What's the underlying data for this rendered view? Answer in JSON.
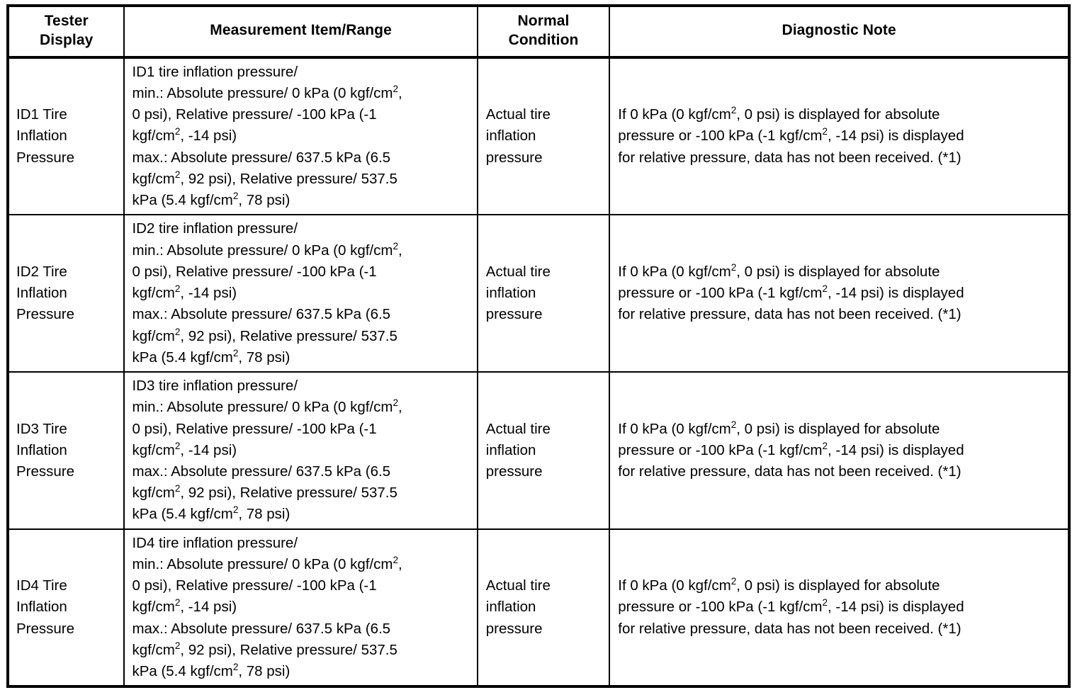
{
  "table": {
    "headers": [
      {
        "label": "Tester\nDisplay",
        "line1": "Tester",
        "line2": "Display"
      },
      {
        "label": "Measurement Item/Range",
        "line1": "Measurement Item/Range",
        "line2": ""
      },
      {
        "label": "Normal\nCondition",
        "line1": "Normal",
        "line2": "Condition"
      },
      {
        "label": "Diagnostic Note",
        "line1": "Diagnostic Note",
        "line2": ""
      }
    ],
    "rows": [
      {
        "tester_display": {
          "line1": "ID1 Tire",
          "line2": "Inflation",
          "line3": "Pressure"
        },
        "measurement": {
          "line1": "ID1 tire inflation pressure/",
          "line2_a": "min.: Absolute pressure/ 0 kPa (0 kgf/cm",
          "line2_sup": "2",
          "line2_b": ",",
          "line3": "0 psi), Relative pressure/ -100 kPa (-1",
          "line4_a": "kgf/cm",
          "line4_sup": "2",
          "line4_b": ", -14 psi)",
          "line5": "max.: Absolute pressure/ 637.5 kPa (6.5",
          "line6_a": "kgf/cm",
          "line6_sup": "2",
          "line6_b": ", 92 psi), Relative pressure/ 537.5",
          "line7_a": "kPa (5.4 kgf/cm",
          "line7_sup": "2",
          "line7_b": ", 78 psi)"
        },
        "normal_condition": {
          "line1": "Actual tire",
          "line2": "inflation",
          "line3": "pressure"
        },
        "diagnostic_note": {
          "line1_a": "If 0 kPa (0 kgf/cm",
          "line1_sup": "2",
          "line1_b": ", 0 psi) is displayed for absolute",
          "line2_a": "pressure or -100 kPa (-1 kgf/cm",
          "line2_sup": "2",
          "line2_b": ", -14 psi) is displayed",
          "line3": "for relative pressure, data has not been received. (*1)"
        }
      },
      {
        "tester_display": {
          "line1": "ID2 Tire",
          "line2": "Inflation",
          "line3": "Pressure"
        },
        "measurement": {
          "line1": "ID2 tire inflation pressure/",
          "line2_a": "min.: Absolute pressure/ 0 kPa (0 kgf/cm",
          "line2_sup": "2",
          "line2_b": ",",
          "line3": "0 psi), Relative pressure/ -100 kPa (-1",
          "line4_a": "kgf/cm",
          "line4_sup": "2",
          "line4_b": ", -14 psi)",
          "line5": "max.: Absolute pressure/ 637.5 kPa (6.5",
          "line6_a": "kgf/cm",
          "line6_sup": "2",
          "line6_b": ", 92 psi), Relative pressure/ 537.5",
          "line7_a": "kPa (5.4 kgf/cm",
          "line7_sup": "2",
          "line7_b": ", 78 psi)"
        },
        "normal_condition": {
          "line1": "Actual tire",
          "line2": "inflation",
          "line3": "pressure"
        },
        "diagnostic_note": {
          "line1_a": "If 0 kPa (0 kgf/cm",
          "line1_sup": "2",
          "line1_b": ", 0 psi) is displayed for absolute",
          "line2_a": "pressure or -100 kPa (-1 kgf/cm",
          "line2_sup": "2",
          "line2_b": ", -14 psi) is displayed",
          "line3": "for relative pressure, data has not been received. (*1)"
        }
      },
      {
        "tester_display": {
          "line1": "ID3 Tire",
          "line2": "Inflation",
          "line3": "Pressure"
        },
        "measurement": {
          "line1": "ID3 tire inflation pressure/",
          "line2_a": "min.: Absolute pressure/ 0 kPa (0 kgf/cm",
          "line2_sup": "2",
          "line2_b": ",",
          "line3": "0 psi), Relative pressure/ -100 kPa (-1",
          "line4_a": "kgf/cm",
          "line4_sup": "2",
          "line4_b": ", -14 psi)",
          "line5": "max.: Absolute pressure/ 637.5 kPa (6.5",
          "line6_a": "kgf/cm",
          "line6_sup": "2",
          "line6_b": ", 92 psi), Relative pressure/ 537.5",
          "line7_a": "kPa (5.4 kgf/cm",
          "line7_sup": "2",
          "line7_b": ", 78 psi)"
        },
        "normal_condition": {
          "line1": "Actual tire",
          "line2": "inflation",
          "line3": "pressure"
        },
        "diagnostic_note": {
          "line1_a": "If 0 kPa (0 kgf/cm",
          "line1_sup": "2",
          "line1_b": ", 0 psi) is displayed for absolute",
          "line2_a": "pressure or -100 kPa (-1 kgf/cm",
          "line2_sup": "2",
          "line2_b": ", -14 psi) is displayed",
          "line3": "for relative pressure, data has not been received. (*1)"
        }
      },
      {
        "tester_display": {
          "line1": "ID4 Tire",
          "line2": "Inflation",
          "line3": "Pressure"
        },
        "measurement": {
          "line1": "ID4 tire inflation pressure/",
          "line2_a": "min.: Absolute pressure/ 0 kPa (0 kgf/cm",
          "line2_sup": "2",
          "line2_b": ",",
          "line3": "0 psi), Relative pressure/ -100 kPa (-1",
          "line4_a": "kgf/cm",
          "line4_sup": "2",
          "line4_b": ", -14 psi)",
          "line5": "max.: Absolute pressure/ 637.5 kPa (6.5",
          "line6_a": "kgf/cm",
          "line6_sup": "2",
          "line6_b": ", 92 psi), Relative pressure/ 537.5",
          "line7_a": "kPa (5.4 kgf/cm",
          "line7_sup": "2",
          "line7_b": ", 78 psi)"
        },
        "normal_condition": {
          "line1": "Actual tire",
          "line2": "inflation",
          "line3": "pressure"
        },
        "diagnostic_note": {
          "line1_a": "If 0 kPa (0 kgf/cm",
          "line1_sup": "2",
          "line1_b": ", 0 psi) is displayed for absolute",
          "line2_a": "pressure or -100 kPa (-1 kgf/cm",
          "line2_sup": "2",
          "line2_b": ", -14 psi) is displayed",
          "line3": "for relative pressure, data has not been received. (*1)"
        }
      }
    ]
  },
  "colors": {
    "text": "#000000",
    "background": "#ffffff",
    "border": "#000000"
  }
}
